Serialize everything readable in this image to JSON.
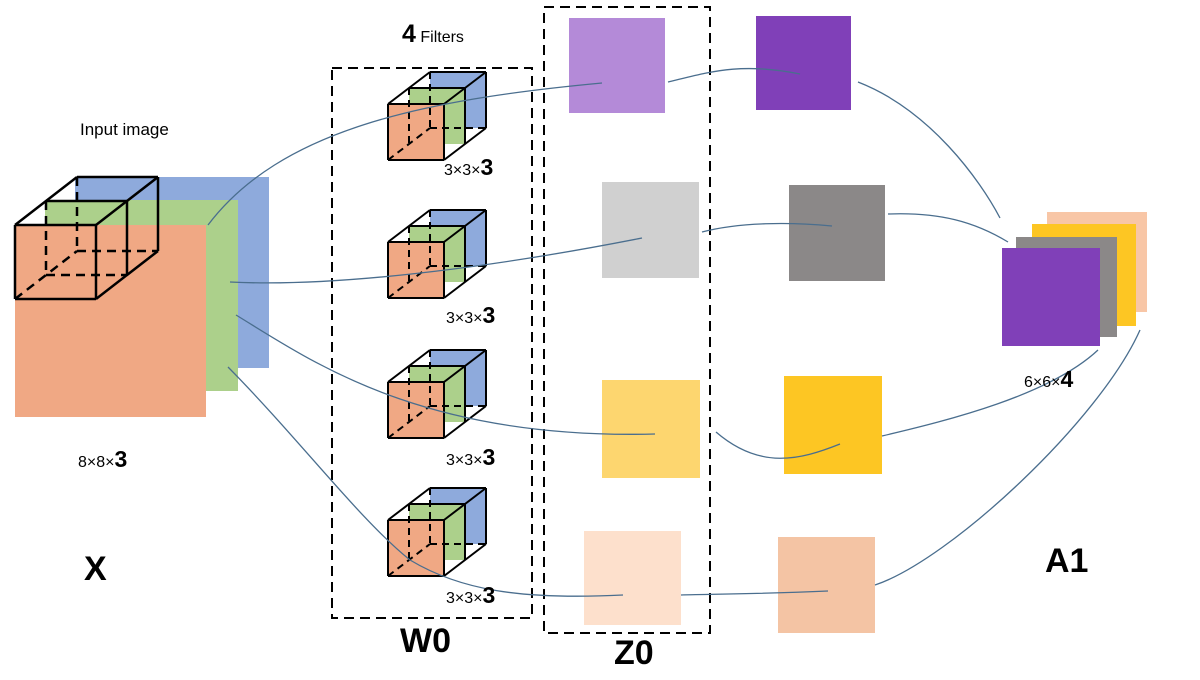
{
  "input": {
    "caption": "Input image",
    "dims_prefix": "8×8×",
    "dims_depth": "3",
    "label": "X",
    "slice_colors": [
      "#f0a884",
      "#acd08b",
      "#8eaadc"
    ]
  },
  "filters": {
    "count": "4",
    "word": "Filters",
    "label": "W0",
    "items": [
      {
        "dims_prefix": "3×3×",
        "dims_depth": "3"
      },
      {
        "dims_prefix": "3×3×",
        "dims_depth": "3"
      },
      {
        "dims_prefix": "3×3×",
        "dims_depth": "3"
      },
      {
        "dims_prefix": "3×3×",
        "dims_depth": "3"
      }
    ]
  },
  "z0": {
    "label": "Z0",
    "colors": [
      "#b48ad8",
      "#d0d0d0",
      "#fdd66f",
      "#fde0cc"
    ]
  },
  "activations": {
    "colors": [
      "#8040b8",
      "#8b8888",
      "#fdc623",
      "#f4c4a4"
    ]
  },
  "output": {
    "label": "A1",
    "dims_prefix": "6×6×",
    "dims_depth": "4",
    "stack_colors": [
      "#f8c6a6",
      "#fdc623",
      "#8b8888",
      "#8040b8"
    ]
  },
  "line_color": "#4a6e8e"
}
